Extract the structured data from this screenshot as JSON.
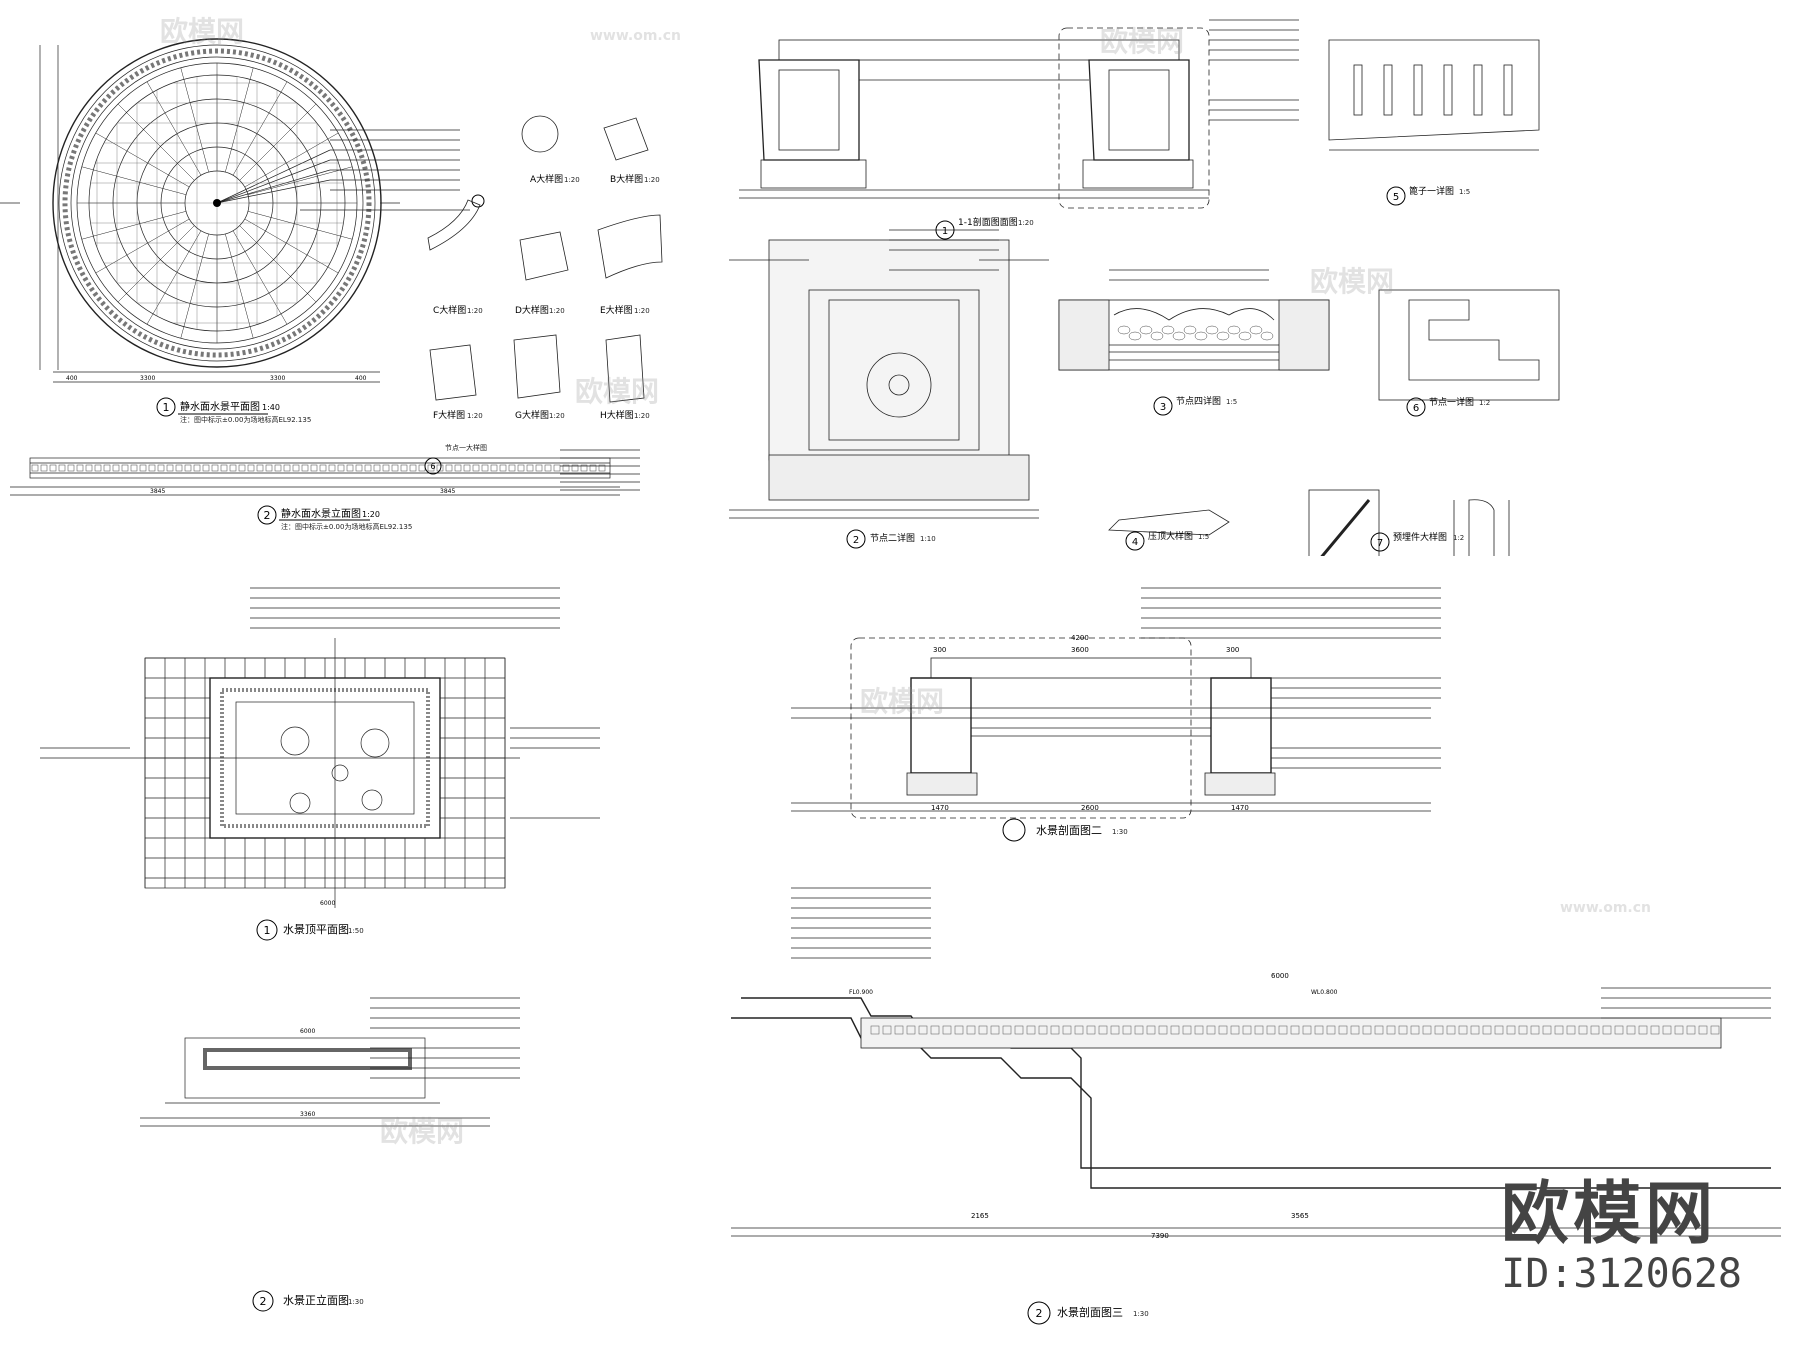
{
  "watermark": {
    "brand": "欧模网",
    "url": "www.om.cn",
    "id_text": "ID:3120628"
  },
  "panel1": {
    "plan_num": "1",
    "plan_title": "静水面水景平面图",
    "plan_scale": "1:40",
    "plan_note": "注：图中标示±0.00为场地标高EL92.135",
    "elev_num": "2",
    "elev_title": "静水面水景立面图",
    "elev_scale": "1:20",
    "elev_note": "注：图中标示±0.00为场地标高EL92.135",
    "callout_num": "6",
    "callout_text": "节点一大样图",
    "details": [
      {
        "key": "A",
        "title": "A大样图",
        "scale": "1:20"
      },
      {
        "key": "B",
        "title": "B大样图",
        "scale": "1:20"
      },
      {
        "key": "C",
        "title": "C大样图",
        "scale": "1:20"
      },
      {
        "key": "D",
        "title": "D大样图",
        "scale": "1:20"
      },
      {
        "key": "E",
        "title": "E大样图",
        "scale": "1:20"
      },
      {
        "key": "F",
        "title": "F大样图",
        "scale": "1:20"
      },
      {
        "key": "G",
        "title": "G大样图",
        "scale": "1:20"
      },
      {
        "key": "H",
        "title": "H大样图",
        "scale": "1:20"
      }
    ],
    "dims_bottom": [
      "400",
      "3300",
      "3300",
      "400"
    ],
    "dims_elev": [
      "3845",
      "3845"
    ]
  },
  "panel2": {
    "sec_num": "1",
    "sec_title": "1-1剖面图面图",
    "sec_scale": "1:20",
    "node2_num": "2",
    "node2_title": "节点二详图",
    "node2_scale": "1:10",
    "node3_num": "3",
    "node3_title": "节点四详图",
    "node3_scale": "1:5",
    "node4_num": "4",
    "node4_title": "压顶大样图",
    "node4_scale": "1:5",
    "grate_num": "5",
    "grate_title": "篦子一详图",
    "grate_scale": "1:5",
    "node6_num": "6",
    "node6_title": "节点一详图",
    "node6_scale": "1:2",
    "embed_num": "7",
    "embed_title": "预埋件大样图",
    "embed_scale": "1:2"
  },
  "panel3": {
    "plan_num": "1",
    "plan_title": "水景顶平面图",
    "plan_scale": "1:50",
    "elev_num": "2",
    "elev_title": "水景正立面图",
    "elev_scale": "1:30",
    "dims": [
      "6000",
      "3360",
      "6000"
    ]
  },
  "panel4": {
    "sec2_title": "水景剖面图二",
    "sec2_scale": "1:30",
    "sec3_num": "2",
    "sec3_title": "水景剖面图三",
    "sec3_scale": "1:30",
    "dims_top": [
      "4200",
      "3600",
      "300",
      "300"
    ],
    "dims_bottom": [
      "1470",
      "2600",
      "1470"
    ],
    "dims_sec3": [
      "6000",
      "7390",
      "2165",
      "3565"
    ],
    "level_marks": [
      "FL0.900",
      "WL0.800"
    ]
  }
}
